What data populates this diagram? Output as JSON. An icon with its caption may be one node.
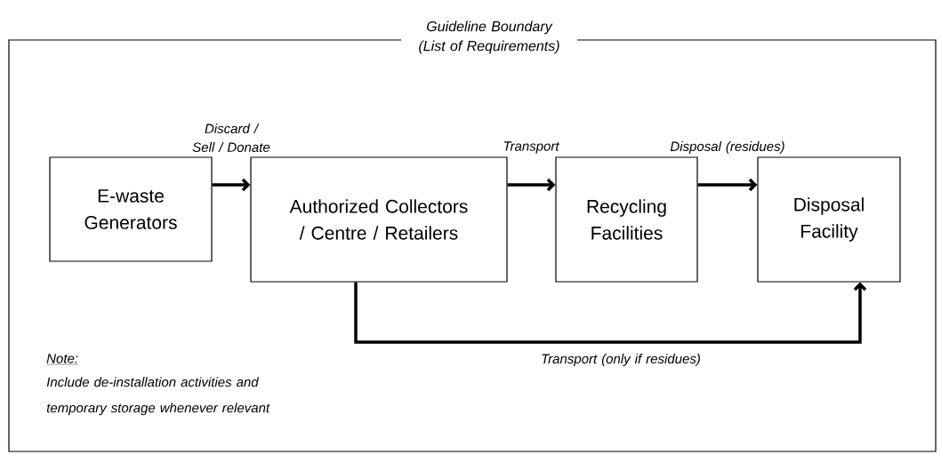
{
  "diagram": {
    "nodes": [
      {
        "text": [
          "Guideline Boundary (List of Requirements)"
        ]
      },
      {
        "text": [
          "E-waste Generators"
        ],
        "in": 0
      },
      {
        "text": [
          "Authorized Collectors / Centre / Retailers"
        ],
        "in": 0
      },
      {
        "text": [
          "Recycling Facilities"
        ],
        "in": 0
      },
      {
        "text": [
          "Disposal Facility"
        ],
        "in": 0
      }
    ],
    "edges": [
      {
        "from": 1,
        "to": 2,
        "arrow": "to",
        "label": "Discard / Sell / Donate"
      },
      {
        "from": 2,
        "to": 3,
        "arrow": "to",
        "label": "Transport"
      },
      {
        "from": 3,
        "to": 4,
        "arrow": "to",
        "label": "Disposal (residues)"
      },
      {
        "from": 2,
        "to": 4,
        "arrow": "to",
        "label": "Transport (only if residues)"
      }
    ],
    "labels": [
      "Note:",
      "Include de-installation activities and temporary storage whenever relevant"
    ]
  }
}
